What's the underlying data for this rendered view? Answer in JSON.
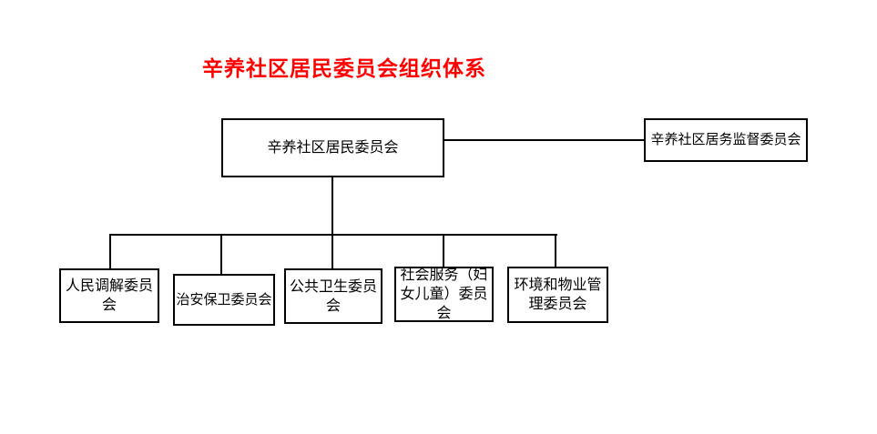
{
  "title": {
    "text": "辛养社区居民委员会组织体系",
    "color": "#ff0000"
  },
  "org": {
    "root": {
      "label": "辛养社区居民委员会"
    },
    "supervisor": {
      "label": "辛养社区居务监督委员会"
    },
    "children": [
      {
        "label": "人民调解委员会"
      },
      {
        "label": "治安保卫委员会"
      },
      {
        "label": "公共卫生委员会"
      },
      {
        "label": "社会服务（妇女儿童）委员会"
      },
      {
        "label": "环境和物业管理委员会"
      }
    ]
  },
  "style": {
    "line_color": "#000000",
    "box_background": "#ffffff"
  }
}
